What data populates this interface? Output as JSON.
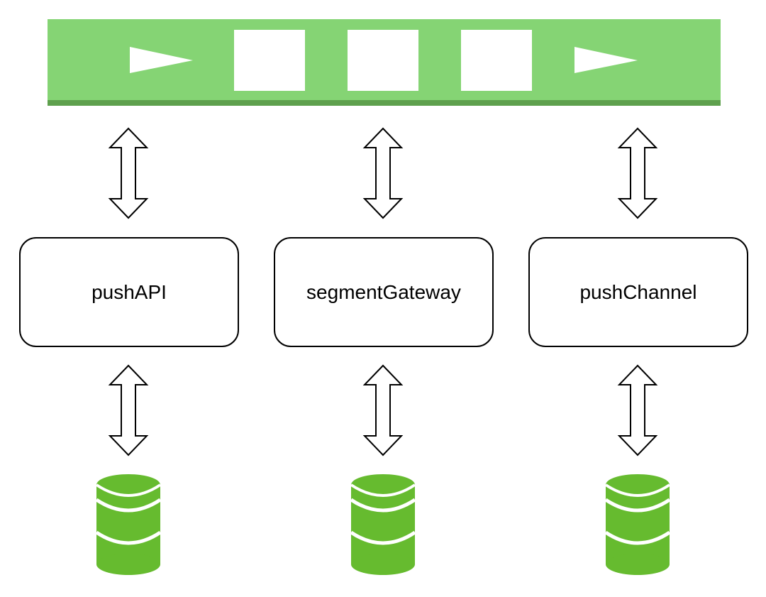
{
  "queue": {
    "name": "message-queue",
    "colors": {
      "fill": "#85d474",
      "bottom_edge": "#5ea04d",
      "slot": "#ffffff"
    },
    "items": [
      {
        "kind": "arrow",
        "icon": "play-arrow-icon"
      },
      {
        "kind": "slot",
        "icon": "message-slot"
      },
      {
        "kind": "slot",
        "icon": "message-slot"
      },
      {
        "kind": "slot",
        "icon": "message-slot"
      },
      {
        "kind": "arrow",
        "icon": "play-arrow-icon"
      }
    ]
  },
  "services": [
    {
      "label": "pushAPI",
      "icon": "database-icon"
    },
    {
      "label": "segmentGateway",
      "icon": "database-icon"
    },
    {
      "label": "pushChannel",
      "icon": "database-icon"
    }
  ],
  "colors": {
    "database": "#66bb2f",
    "database_stripe": "#ffffff",
    "arrow_stroke": "#000000",
    "arrow_fill": "#ffffff",
    "box_border": "#000000"
  },
  "connectors": {
    "queue_to_service": "double-arrow-icon",
    "service_to_database": "double-arrow-icon"
  }
}
